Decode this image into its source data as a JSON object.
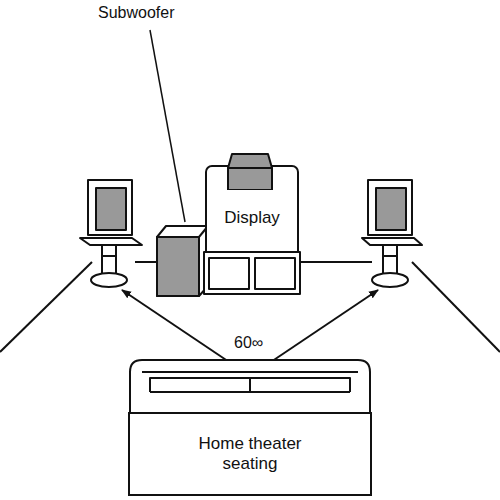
{
  "diagram": {
    "nodes": [
      {
        "text": [
          "Display"
        ]
      },
      {
        "text": [
          "Home theater seating"
        ]
      }
    ],
    "labels": [
      "Subwoofer",
      "60∞"
    ]
  }
}
